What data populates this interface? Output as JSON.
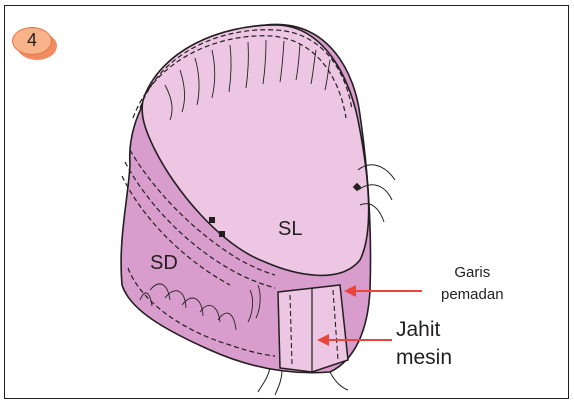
{
  "step": {
    "number": "4"
  },
  "labels": {
    "sl": "SL",
    "sd": "SD",
    "garis_line1": "Garis",
    "garis_line2": "pemadan",
    "jahit_line1": "Jahit",
    "jahit_line2": "mesin"
  },
  "colors": {
    "outline": "#231f20",
    "sleeve_light": "#ecc6e2",
    "sleeve_dark": "#d99dcd",
    "arrow": "#e8453c",
    "badge_fill": "#f7b389",
    "badge_shadow": "#f28a62"
  }
}
